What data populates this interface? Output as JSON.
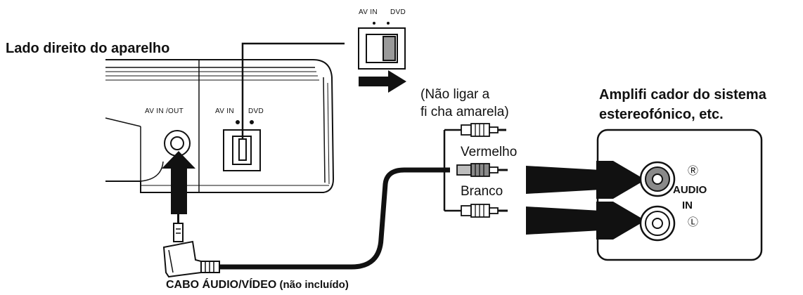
{
  "labels": {
    "device_side": "Lado direito do aparelho",
    "amplifier_line1": "Amplifi cador do sistema",
    "amplifier_line2": "estereofónico, etc.",
    "note_line1": "(Não ligar a",
    "note_line2": "fi cha amarela)",
    "red": "Vermelho",
    "white": "Branco",
    "cable_main": "CABO ÁUDIO/VÍDEO",
    "cable_note": " (não incluído)",
    "av_in_out": "AV IN /OUT",
    "av_in": "AV IN",
    "dvd": "DVD",
    "switch_av_in": "AV IN",
    "switch_dvd": "DVD",
    "right_mark": "Ⓡ",
    "audio": "AUDIO",
    "in": "IN",
    "left_mark": "Ⓛ"
  },
  "colors": {
    "line": "#111111",
    "gray": "#8a8a8a",
    "light_gray": "#bdbdbd",
    "background": "#ffffff"
  },
  "icons": {
    "device": "portable-dvd-player-side",
    "switch": "av-in-dvd-slide-switch",
    "plug": "rca-plug",
    "minijack": "3.5mm-mini-plug",
    "jack": "rca-jack"
  }
}
